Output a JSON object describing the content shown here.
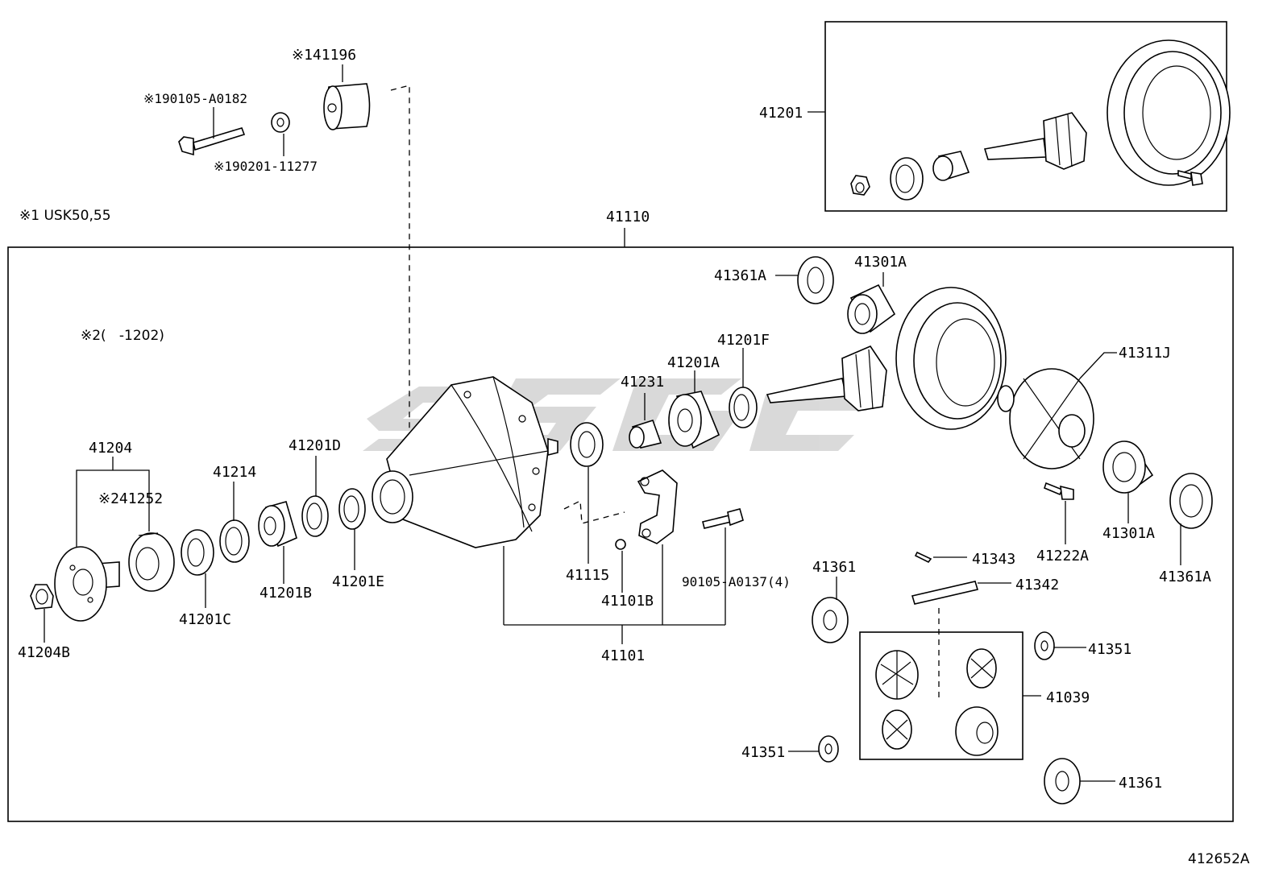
{
  "diagram": {
    "code": "412652A",
    "notes": {
      "note1": "※1 USK50,55",
      "note2": "※2(   -1202)"
    },
    "watermark": "SSGC",
    "labels": {
      "p41196": "※141196",
      "p190105": "※190105-A0182",
      "p190201": "※190201-11277",
      "p41201": "41201",
      "p41110": "41110",
      "p41361A_top": "41361A",
      "p41301A_top": "41301A",
      "p41201F": "41201F",
      "p41201A": "41201A",
      "p41231": "41231",
      "p41311J": "41311J",
      "p41204": "41204",
      "p41252": "※241252",
      "p41214": "41214",
      "p41201D": "41201D",
      "p41201C": "41201C",
      "p41201B": "41201B",
      "p41201E": "41201E",
      "p41204B": "41204B",
      "p41115": "41115",
      "p41101B": "41101B",
      "p90105": "90105-A0137(4)",
      "p41101": "41101",
      "p41222A": "41222A",
      "p41301A_r": "41301A",
      "p41361A_r": "41361A",
      "p41343": "41343",
      "p41342": "41342",
      "p41361_mid": "41361",
      "p41351_r": "41351",
      "p41039": "41039",
      "p41351_l": "41351",
      "p41361_bot": "41361"
    }
  }
}
